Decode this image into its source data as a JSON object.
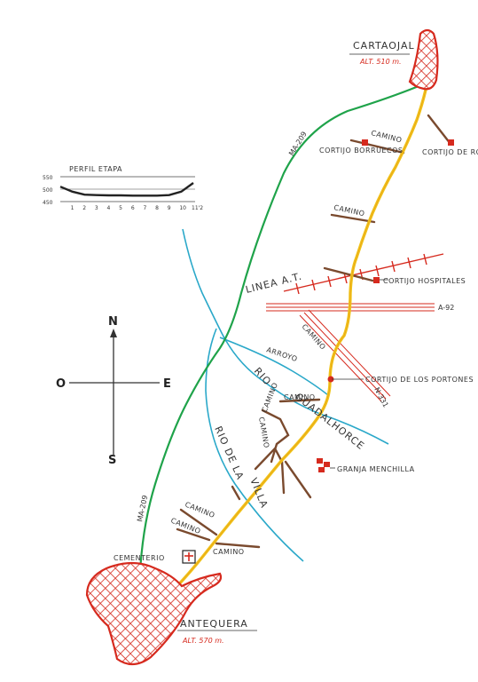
{
  "places": {
    "start": {
      "name": "CARTAOJAL",
      "altitude": "ALT. 510 m."
    },
    "end": {
      "name": "ANTEQUERA",
      "altitude": "ALT. 570 m."
    }
  },
  "labels": {
    "cortijo_borrueco": "CORTIJO BORRUECOS",
    "cortijo_de_rojas": "CORTIJO DE ROJAS",
    "cortijo_hospitales": "CORTIJO HOSPITALES",
    "cortijo_portones": "CORTIJO DE LOS PORTONES",
    "granja": "GRANJA MENCHILLA",
    "cementerio": "CEMENTERIO",
    "linea": "LINEA A.T.",
    "camino": "CAMINO",
    "arroyo": "ARROYO",
    "rio": "RIO",
    "guadalhorce": "GUADALHORCE",
    "rio_de_la": "RIO DE LA",
    "villa": "VILLA"
  },
  "roads": {
    "ma209": "MA-209",
    "a92": "A-92",
    "n331": "N-331"
  },
  "compass": {
    "north": "N",
    "south": "S",
    "east": "E",
    "west": "O"
  },
  "profile": {
    "title": "PERFIL ETAPA",
    "y_ticks": [
      "550",
      "500",
      "450"
    ],
    "x_ticks": [
      "1",
      "2",
      "3",
      "4",
      "5",
      "6",
      "7",
      "8",
      "9",
      "10",
      "11'2"
    ],
    "elevation_m": [
      510,
      490,
      478,
      476,
      475,
      475,
      474,
      474,
      474,
      476,
      490,
      525
    ]
  },
  "colors": {
    "route": "#f0c419",
    "road_green": "#1fa34a",
    "river": "#2aa8c9",
    "track": "#7a4a2e",
    "town": "#d62a1e",
    "powerline": "#d62a1e"
  }
}
